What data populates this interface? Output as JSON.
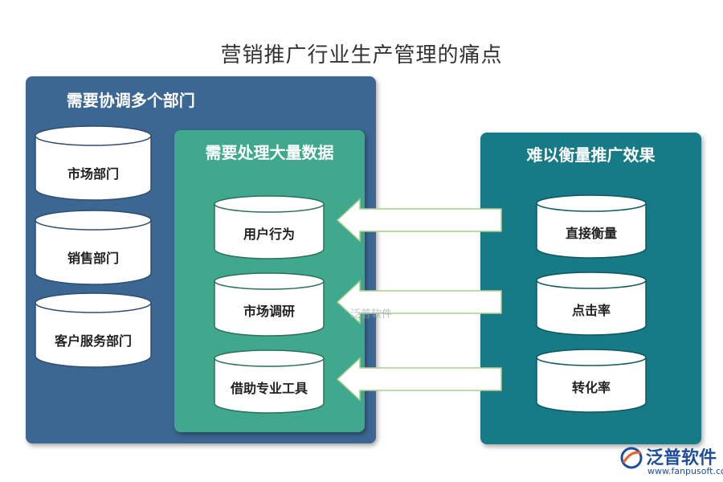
{
  "title": "营销推广行业生产管理的痛点",
  "colors": {
    "left_panel": "#3c6792",
    "middle_panel": "#40a88d",
    "right_panel": "#177a87",
    "arrow_fill": "#ffffff",
    "arrow_stroke": "#a8d08d"
  },
  "panels": {
    "left": {
      "title": "需要协调多个部门",
      "items": [
        "市场部门",
        "销售部门",
        "客户服务部门"
      ]
    },
    "middle": {
      "title": "需要处理大量数据",
      "items": [
        "用户行为",
        "市场调研",
        "借助专业工具"
      ]
    },
    "right": {
      "title": "难以衡量推广效果",
      "items": [
        "直接衡量",
        "点击率",
        "转化率"
      ]
    }
  },
  "brand": {
    "name": "泛普软件",
    "url": "www.fanpusoft.com",
    "icon": "fanpu-logo-icon"
  }
}
